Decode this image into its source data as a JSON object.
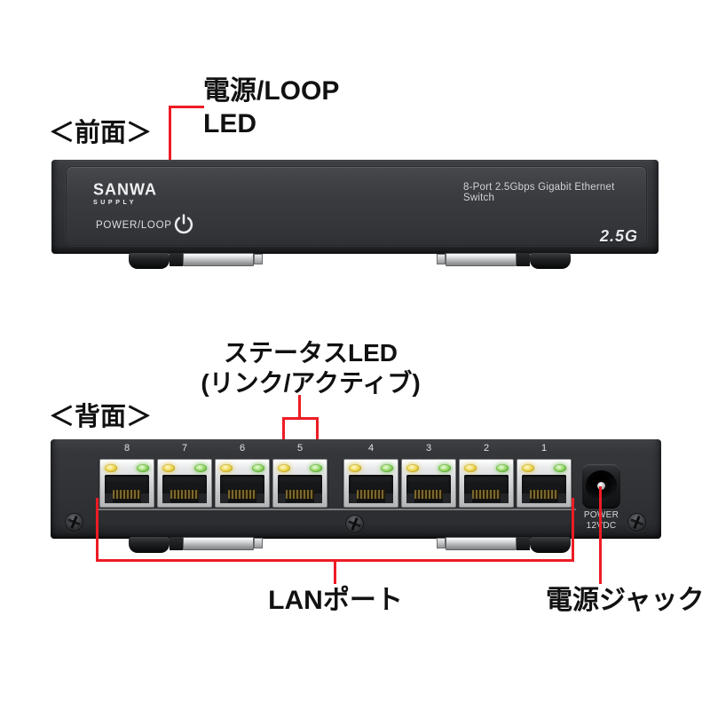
{
  "front": {
    "view_label": "＜前面＞",
    "annotation_led": {
      "line1": "電源/LOOP",
      "line2": "LED"
    },
    "brand_line1": "SANWA",
    "brand_line2": "SUPPLY",
    "power_label": "POWER/LOOP",
    "model_text": "8-Port 2.5Gbps Gigabit Ethernet Switch",
    "speed_badge": "2.5G"
  },
  "back": {
    "view_label": "＜背面＞",
    "annotation_status": {
      "line1": "ステータスLED",
      "line2": "(リンク/アクティブ)"
    },
    "port_numbers": [
      "8",
      "7",
      "6",
      "5",
      "4",
      "3",
      "2",
      "1"
    ],
    "power_jack": {
      "line1": "POWER",
      "line2": "12VDC"
    },
    "annotation_lan": "LANポート",
    "annotation_power_jack": "電源ジャック"
  },
  "colors": {
    "annotation_red": "#ed1c24",
    "led_link_yellow": "#ecd34a",
    "led_active_green": "#8ed45f",
    "case_gray": "#323438"
  }
}
